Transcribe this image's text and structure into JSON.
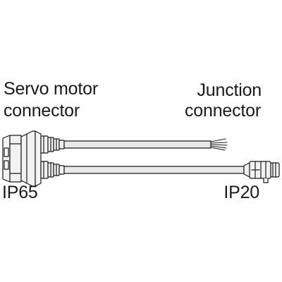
{
  "labels": {
    "servo_line1": "Servo motor",
    "servo_line2": "connector",
    "junction_line1": "Junction",
    "junction_line2": "connector",
    "servo_rating": "IP65",
    "junction_rating": "IP20"
  },
  "colors": {
    "stroke": "#1a1a1a",
    "cable_fill": "#e9e9e9",
    "connector_fill": "#f2f2f2",
    "background": "#ffffff"
  }
}
